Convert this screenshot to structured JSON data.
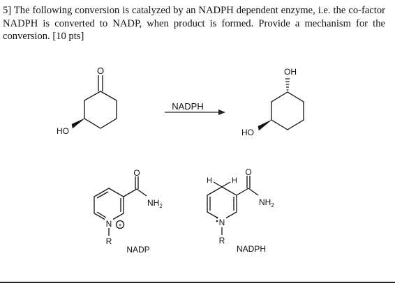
{
  "question": {
    "text": "5] The following conversion is catalyzed by an NADPH dependent enzyme, i.e. the co-factor NADPH is converted to NADP, when product is formed. Provide a mechanism for the conversion. [10 pts]"
  },
  "reaction": {
    "arrow_label": "NADPH",
    "reactant": {
      "carbonyl_atom": "O",
      "substituent": "HO"
    },
    "product": {
      "hydroxyl": "OH",
      "substituent": "HO"
    }
  },
  "cofactors": {
    "nadp": {
      "name": "NADP",
      "amide": "NH",
      "amide_subscript": "2",
      "carbonyl_atom": "O",
      "ring_nitrogen": "N",
      "n_substituent": "R",
      "charge": "+"
    },
    "nadph": {
      "name": "NADPH",
      "amide": "NH",
      "amide_subscript": "2",
      "carbonyl_atom": "O",
      "ring_nitrogen": "N",
      "n_substituent": "R",
      "hydrogen_1": "H",
      "hydrogen_2": "H"
    }
  }
}
